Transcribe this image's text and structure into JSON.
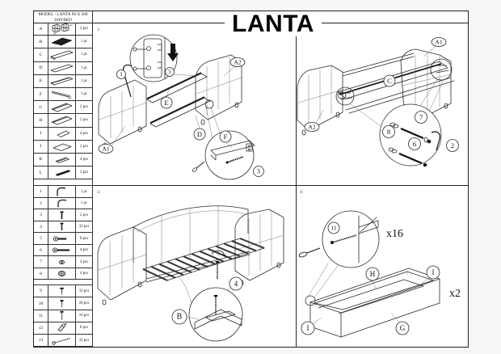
{
  "header": {
    "model_line1": "MODEL : LANTA 90 X 200",
    "model_line2": "DAYBED",
    "title": "LANTA"
  },
  "parts": [
    {
      "id": "A",
      "qty": "2 pcs"
    },
    {
      "id": "B",
      "qty": "1 pc"
    },
    {
      "id": "C",
      "qty": "1 pc"
    },
    {
      "id": "D",
      "qty": "1 pc"
    },
    {
      "id": "E",
      "qty": "1 pc"
    },
    {
      "id": "F",
      "qty": "1 pc"
    },
    {
      "id": "G",
      "qty": "2 pcs"
    },
    {
      "id": "H",
      "qty": "2 pcs"
    },
    {
      "id": "I",
      "qty": "4 pcs"
    },
    {
      "id": "J",
      "qty": "2 pcs"
    },
    {
      "id": "K",
      "qty": "4 pcs"
    },
    {
      "id": "L",
      "qty": "2 pcs"
    }
  ],
  "hardware": [
    {
      "id": "1",
      "qty": "1 pc"
    },
    {
      "id": "2",
      "qty": "1 pc"
    },
    {
      "id": "3",
      "qty": "2 pcs"
    },
    {
      "id": "4",
      "qty": "32 pcs"
    },
    {
      "id": "5",
      "qty": "8 pcs"
    },
    {
      "id": "6",
      "qty": "4 pcs"
    },
    {
      "id": "7",
      "qty": "4 pcs"
    },
    {
      "id": "8",
      "qty": "4 pcs"
    },
    {
      "id": "9",
      "qty": "32 pcs"
    },
    {
      "id": "10",
      "qty": "20 pcs"
    },
    {
      "id": "11",
      "qty": "16 pcs"
    },
    {
      "id": "12",
      "qty": "8 pcs"
    },
    {
      "id": "13",
      "qty": "32 pcs"
    }
  ],
  "thumb_a": {
    "sub1": "A1",
    "sub2": "A2"
  },
  "panels": {
    "p1": {
      "step": "1:",
      "part_a1": "A1",
      "part_a2": "A2",
      "part_e": "E",
      "part_d": "D",
      "part_f": "F",
      "hw_allen": "1",
      "hw_bolt": "5",
      "hw_screw": "3"
    },
    "p2": {
      "step": "2:",
      "part_a1": "A1",
      "part_a2": "A2",
      "part_c": "C",
      "hw_nut": "8",
      "hw_washer": "7",
      "hw_bolt": "6",
      "hw_allen": "2"
    },
    "p3": {
      "step": "3:",
      "part_b": "B",
      "hw_screw": "4"
    },
    "p4": {
      "step": "4:",
      "part_h": "H",
      "part_i_right": "I",
      "part_i_left": "I",
      "part_g": "G",
      "hw_screw": "11",
      "screw_count": "x16",
      "drawer_count": "x2"
    }
  }
}
